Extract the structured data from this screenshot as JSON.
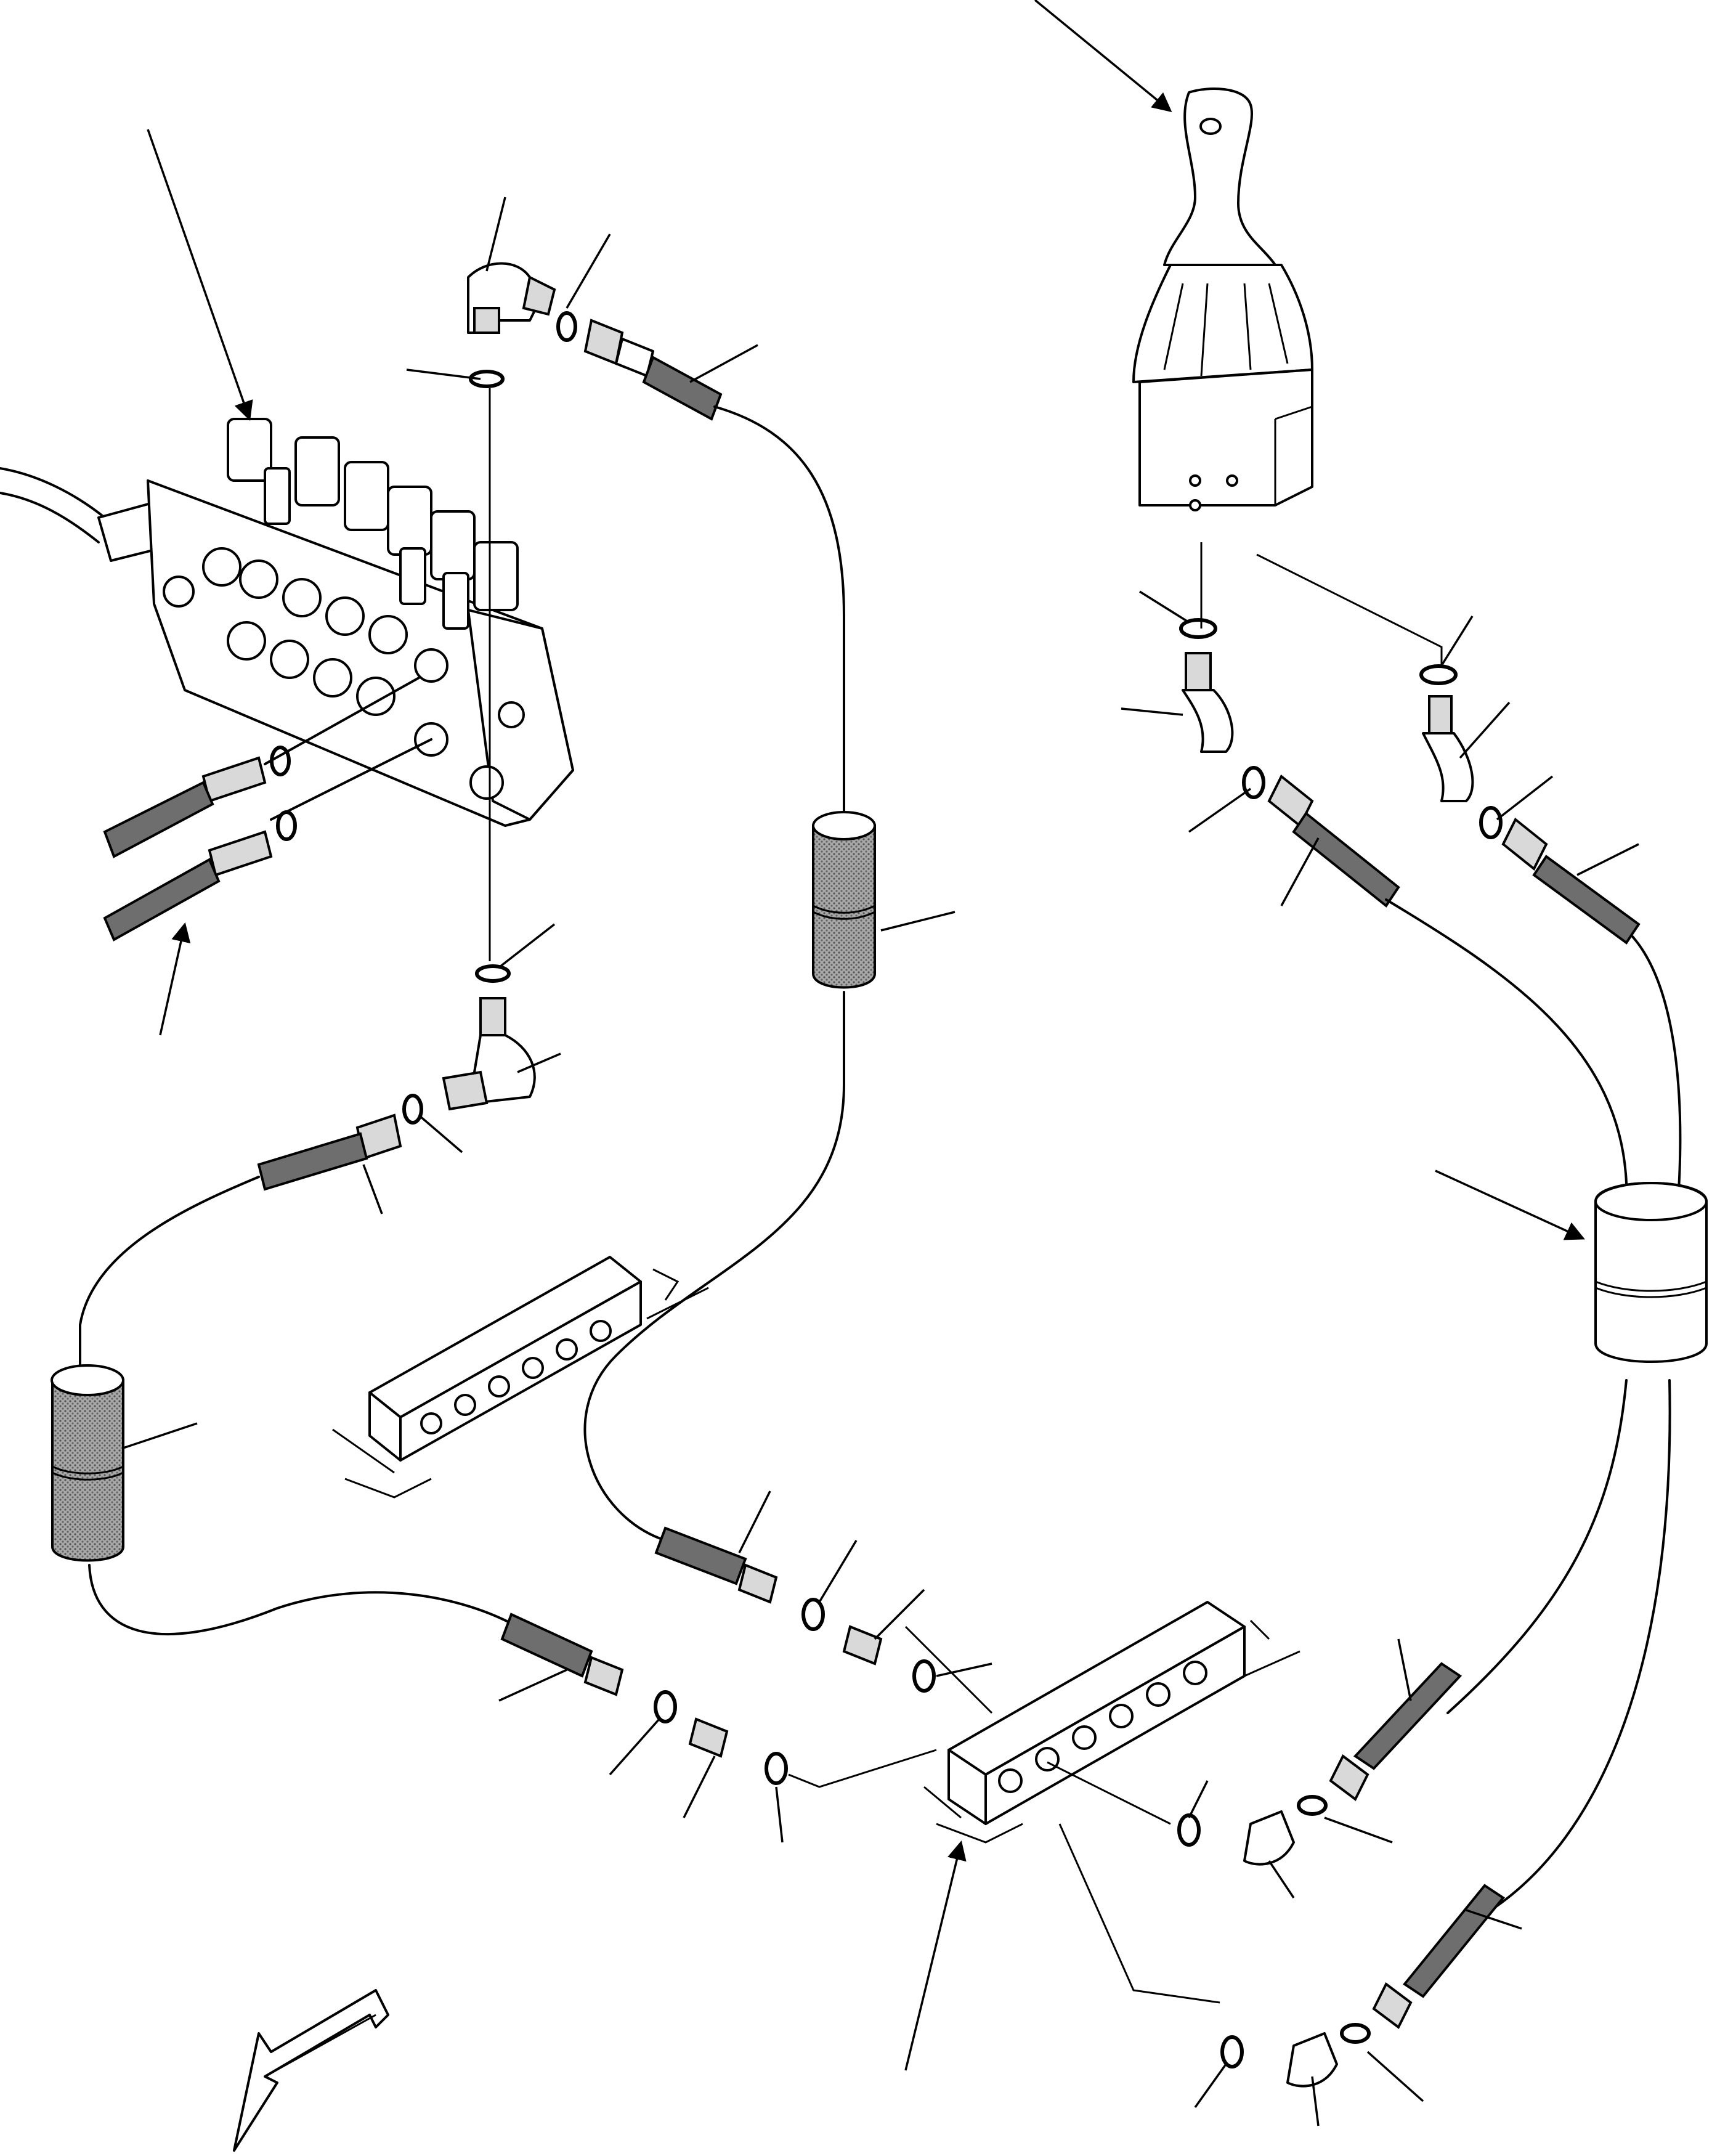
{
  "figure": {
    "kind": "exploded parts diagram",
    "components": [
      "main-control-valve",
      "pilot-joystick",
      "hose-protective-sleeve",
      "pilot-manifold-block",
      "elbow-fitting",
      "adapter-fitting",
      "o-ring",
      "hose-end",
      "front-direction-arrow"
    ],
    "colors": {
      "ink": "#000000",
      "paper": "#ffffff",
      "hose": "#6e6e6e",
      "sleeve": "#8c8c8c"
    }
  }
}
